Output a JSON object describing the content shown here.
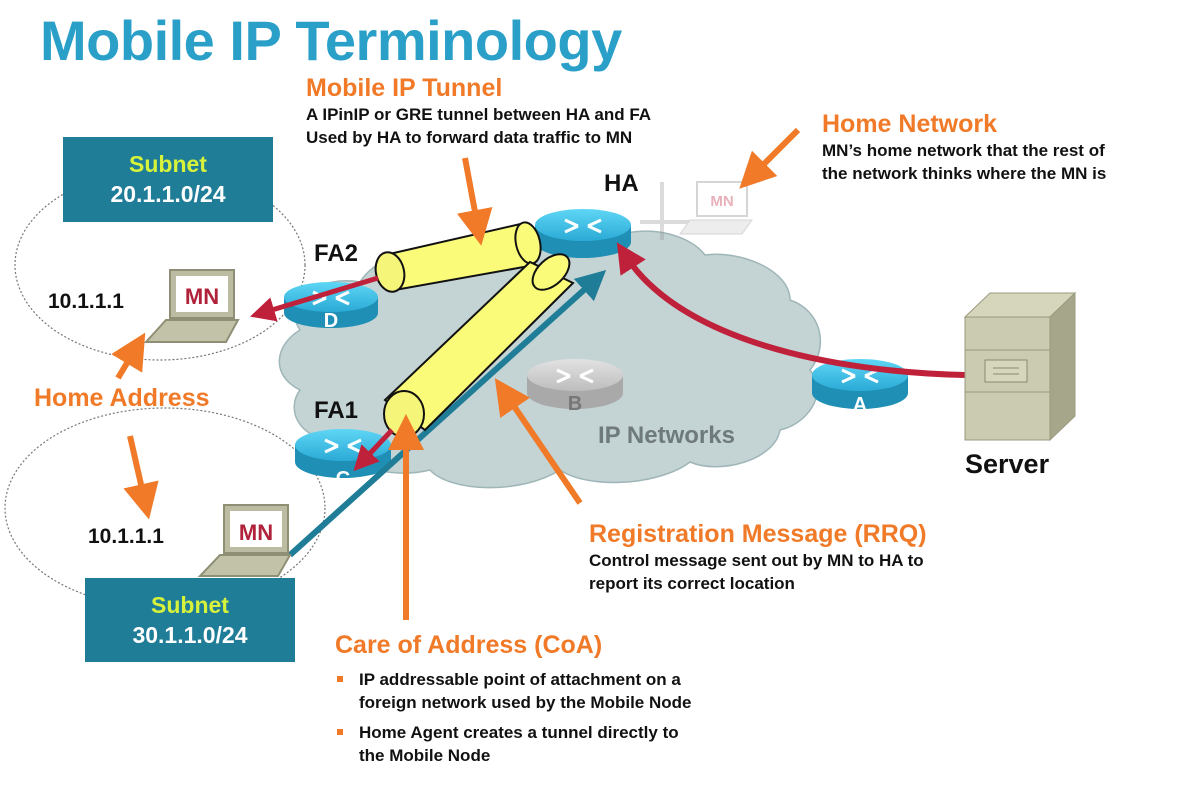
{
  "title": "Mobile IP Terminology",
  "callouts": {
    "tunnel": {
      "heading": "Mobile IP Tunnel",
      "lines": [
        "A IPinIP or GRE tunnel between HA and FA",
        "Used by HA to forward data traffic to MN"
      ]
    },
    "home_network": {
      "heading": "Home Network",
      "lines": [
        "MN’s home network that the rest of",
        "the network thinks where the MN is"
      ]
    },
    "home_address": {
      "heading": "Home Address"
    },
    "registration": {
      "heading": "Registration Message (RRQ)",
      "lines": [
        "Control message sent out by MN to HA to",
        "report its correct location"
      ]
    },
    "coa": {
      "heading": "Care of Address (CoA)",
      "bullets": [
        [
          "IP addressable point of attachment on a",
          "foreign network used by the Mobile Node"
        ],
        [
          "Home Agent creates a tunnel directly to",
          "the Mobile Node"
        ]
      ]
    }
  },
  "subnets": [
    {
      "label": "Subnet",
      "value": "20.1.1.0/24"
    },
    {
      "label": "Subnet",
      "value": "30.1.1.0/24"
    }
  ],
  "nodes": {
    "ha": "HA",
    "fa2": "FA2",
    "fa1": "FA1",
    "server": "Server",
    "mn_top_ip": "10.1.1.1",
    "mn_bottom_ip": "10.1.1.1",
    "mn_label": "MN",
    "routers": {
      "a": "A",
      "b": "B",
      "c": "C",
      "d": "D"
    },
    "cloud": "IP Networks"
  },
  "colors": {
    "title": "#2aa0c8",
    "accent_orange": "#f07a28",
    "subnet_box": "#1f7d98",
    "subnet_label": "#d6f23a",
    "tunnel_yellow": "#fbfb7a",
    "data_arrow_red": "#c0213a",
    "rrq_arrow_teal": "#1f7d98",
    "cloud": "#c4d3d4",
    "router_blue": "#2a9cc8"
  }
}
